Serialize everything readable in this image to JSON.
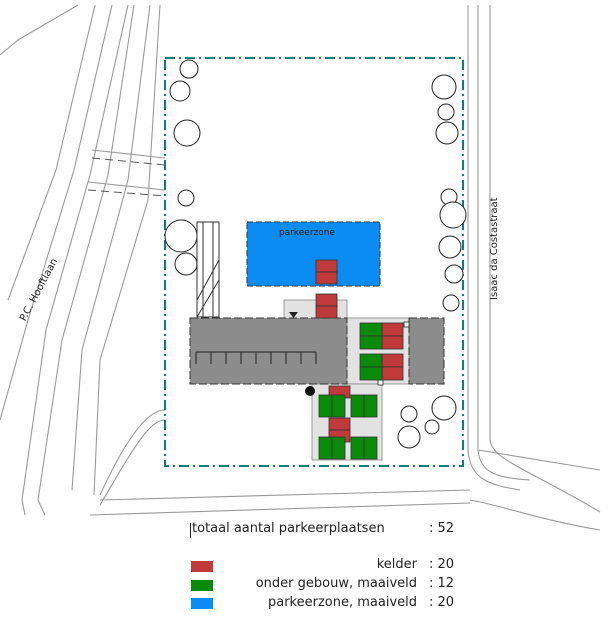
{
  "streets": {
    "west": "P.C. Hooftlaan",
    "east": "Isaac da Costastraat"
  },
  "zone_label": "parkeerzone",
  "colors": {
    "kelder": "#c0393b",
    "maaiveld_gebouw": "#0a8a0a",
    "parkeerzone": "#0a8cf2",
    "building": "#8c8c8c",
    "boundary": "#0f7d78",
    "road": "#9a9a9a"
  },
  "legend": {
    "total_label": "totaal aantal parkeerplaatsen",
    "total_value": ": 52",
    "items": [
      {
        "label": "kelder",
        "value": ": 20",
        "color": "#c0393b"
      },
      {
        "label": "onder gebouw, maaiveld",
        "value": ": 12",
        "color": "#0a8a0a"
      },
      {
        "label": "parkeerzone, maaiveld",
        "value": ": 20",
        "color": "#0a8cf2"
      }
    ]
  }
}
